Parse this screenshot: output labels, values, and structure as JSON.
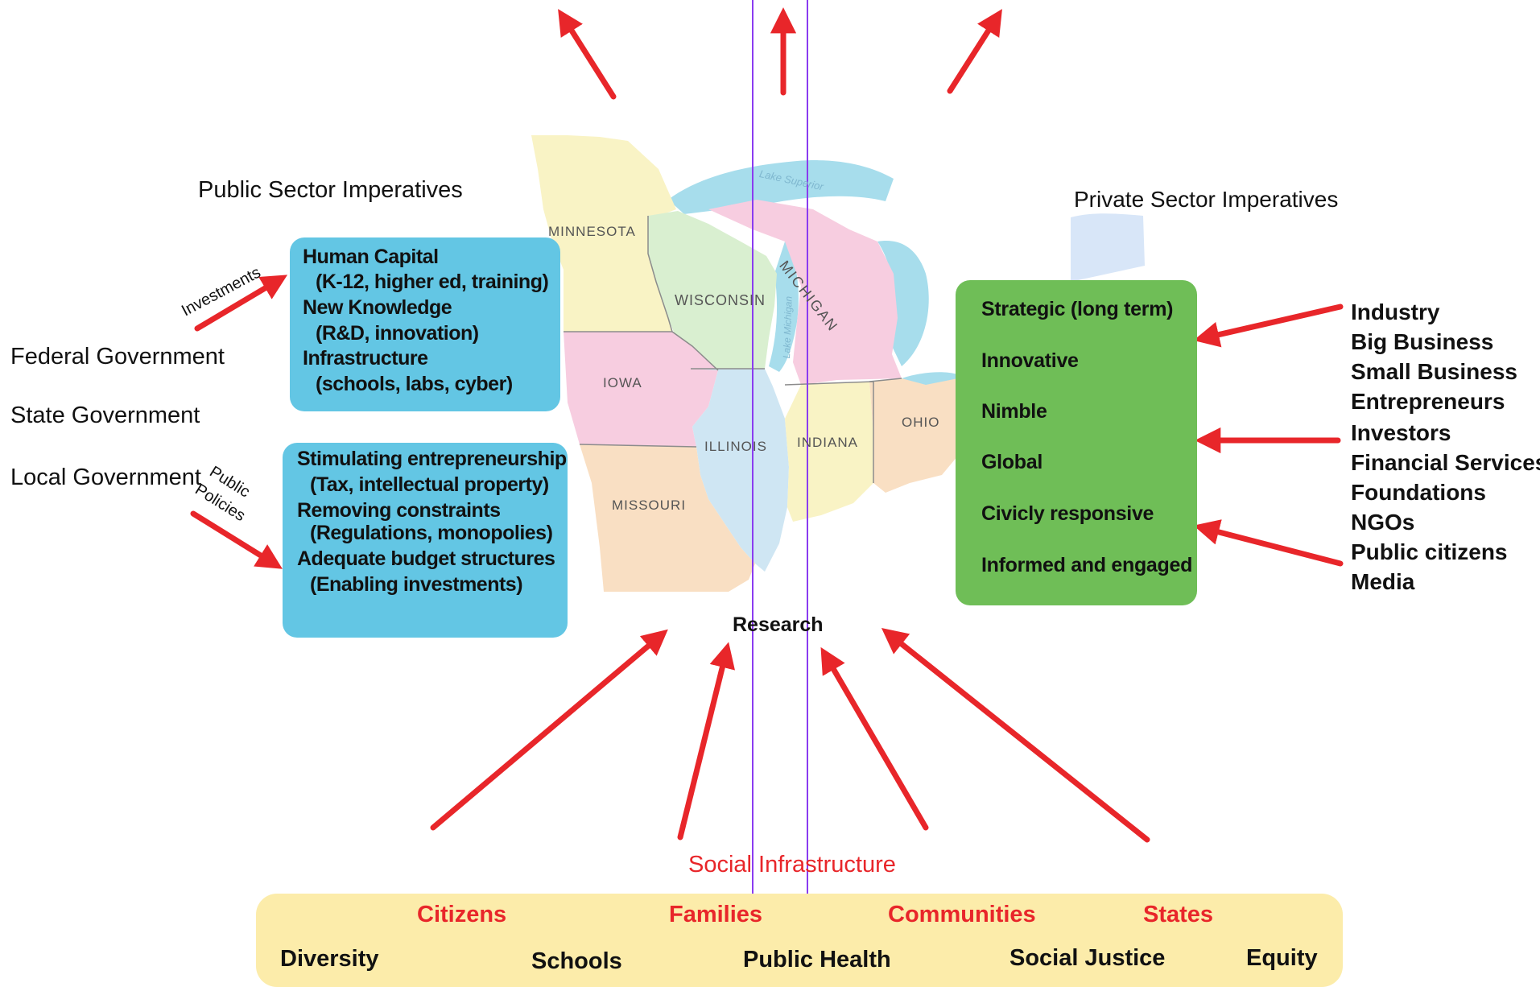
{
  "public_sector": {
    "title": "Public Sector Imperatives",
    "governments": [
      "Federal Government",
      "State Government",
      "Local Government"
    ],
    "investments_label": "Investments",
    "policies_label_1": "Public",
    "policies_label_2": "Policies",
    "investments_box": [
      "Human Capital",
      "(K-12, higher ed, training)",
      "New Knowledge",
      "(R&D, innovation)",
      "Infrastructure",
      "(schools, labs, cyber)"
    ],
    "policies_box": [
      "Stimulating entrepreneurship",
      "(Tax, intellectual property)",
      "Removing constraints",
      "(Regulations, monopolies)",
      "Adequate budget structures",
      "(Enabling investments)"
    ]
  },
  "private_sector": {
    "title": "Private Sector Imperatives",
    "qualities": [
      "Strategic (long term)",
      "Innovative",
      "Nimble",
      "Global",
      "Civicly responsive",
      "Informed and engaged"
    ],
    "actors": [
      "Industry",
      "Big Business",
      "Small Business",
      "Entrepreneurs",
      "Investors",
      "Financial Services",
      "Foundations",
      "NGOs",
      "Public citizens",
      "Media"
    ]
  },
  "map": {
    "states": [
      "MINNESOTA",
      "WISCONSIN",
      "MICHIGAN",
      "IOWA",
      "ILLINOIS",
      "INDIANA",
      "OHIO",
      "MISSOURI"
    ],
    "lake_superior": "Lake Superior",
    "lake_michigan": "Lake Michigan",
    "center_label": "Research"
  },
  "social_infrastructure": {
    "title": "Social Infrastructure",
    "groups": [
      "Citizens",
      "Families",
      "Communities",
      "States"
    ],
    "values": [
      "Diversity",
      "Schools",
      "Public Health",
      "Social Justice",
      "Equity"
    ]
  },
  "colors": {
    "arrow": "#e8262a",
    "public_box": "#63c6e4",
    "private_box": "#6fbe57",
    "social_box": "#fcecaa",
    "guide_line": "#8a3cf0"
  }
}
